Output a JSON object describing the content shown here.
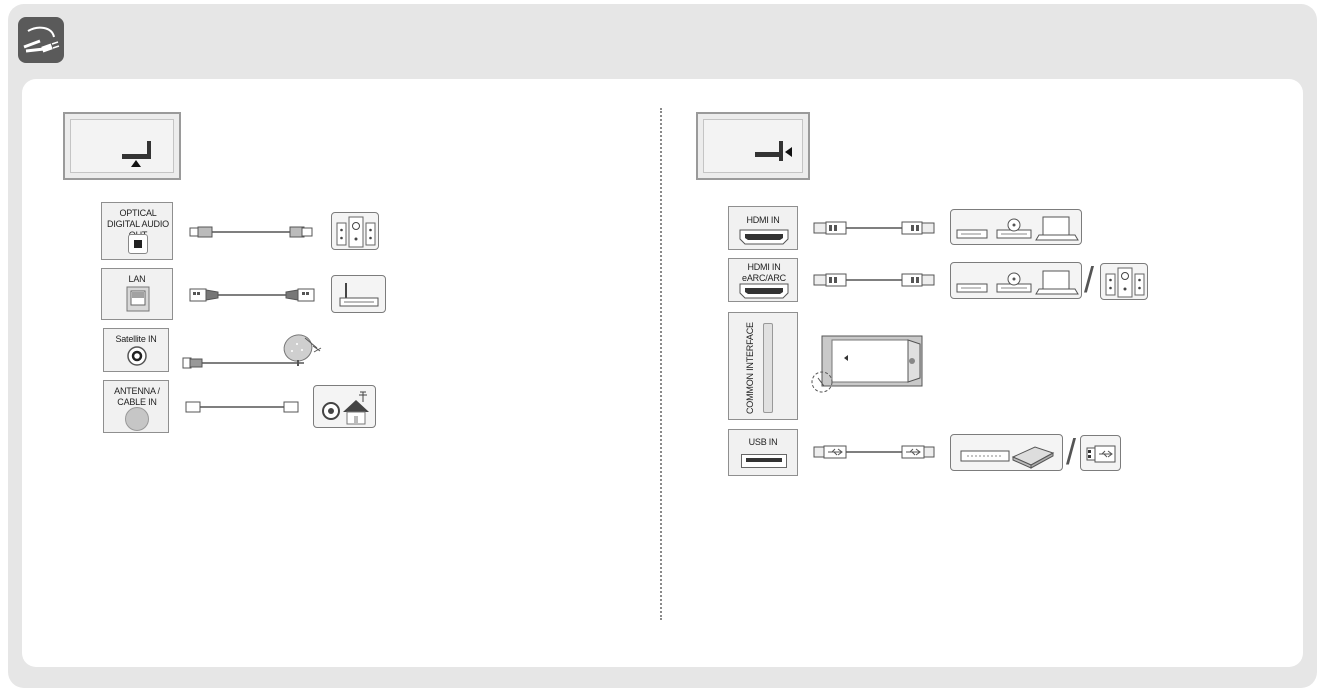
{
  "ports_left": [
    {
      "id": "optical",
      "label": "OPTICAL DIGITAL AUDIO OUT"
    },
    {
      "id": "lan",
      "label": "LAN"
    },
    {
      "id": "satellite",
      "label": "Satellite IN"
    },
    {
      "id": "antenna",
      "label": "ANTENNA / CABLE IN"
    }
  ],
  "ports_right": [
    {
      "id": "hdmi",
      "label": "HDMI IN"
    },
    {
      "id": "hdmi_earc",
      "label": "HDMI IN eARC/ARC"
    },
    {
      "id": "common_interface",
      "label": "COMMON INTERFACE"
    },
    {
      "id": "usb",
      "label": "USB IN"
    }
  ],
  "separators": {
    "slash": "/"
  },
  "icons": {
    "header": "cable-plug-icon",
    "optical_device": "speaker-icon",
    "lan_device": "router-icon",
    "satellite_device": "satellite-dish-icon",
    "antenna_device": "antenna-house-icon",
    "hdmi_device": "player-laptop-icon",
    "usb_device": "hard-drive-icon"
  },
  "colors": {
    "frame": "#e6e6e6",
    "panel": "#ffffff",
    "header_icon_bg": "#5a5a5a",
    "port_fill": "#f1f1f1",
    "line": "#555555"
  }
}
